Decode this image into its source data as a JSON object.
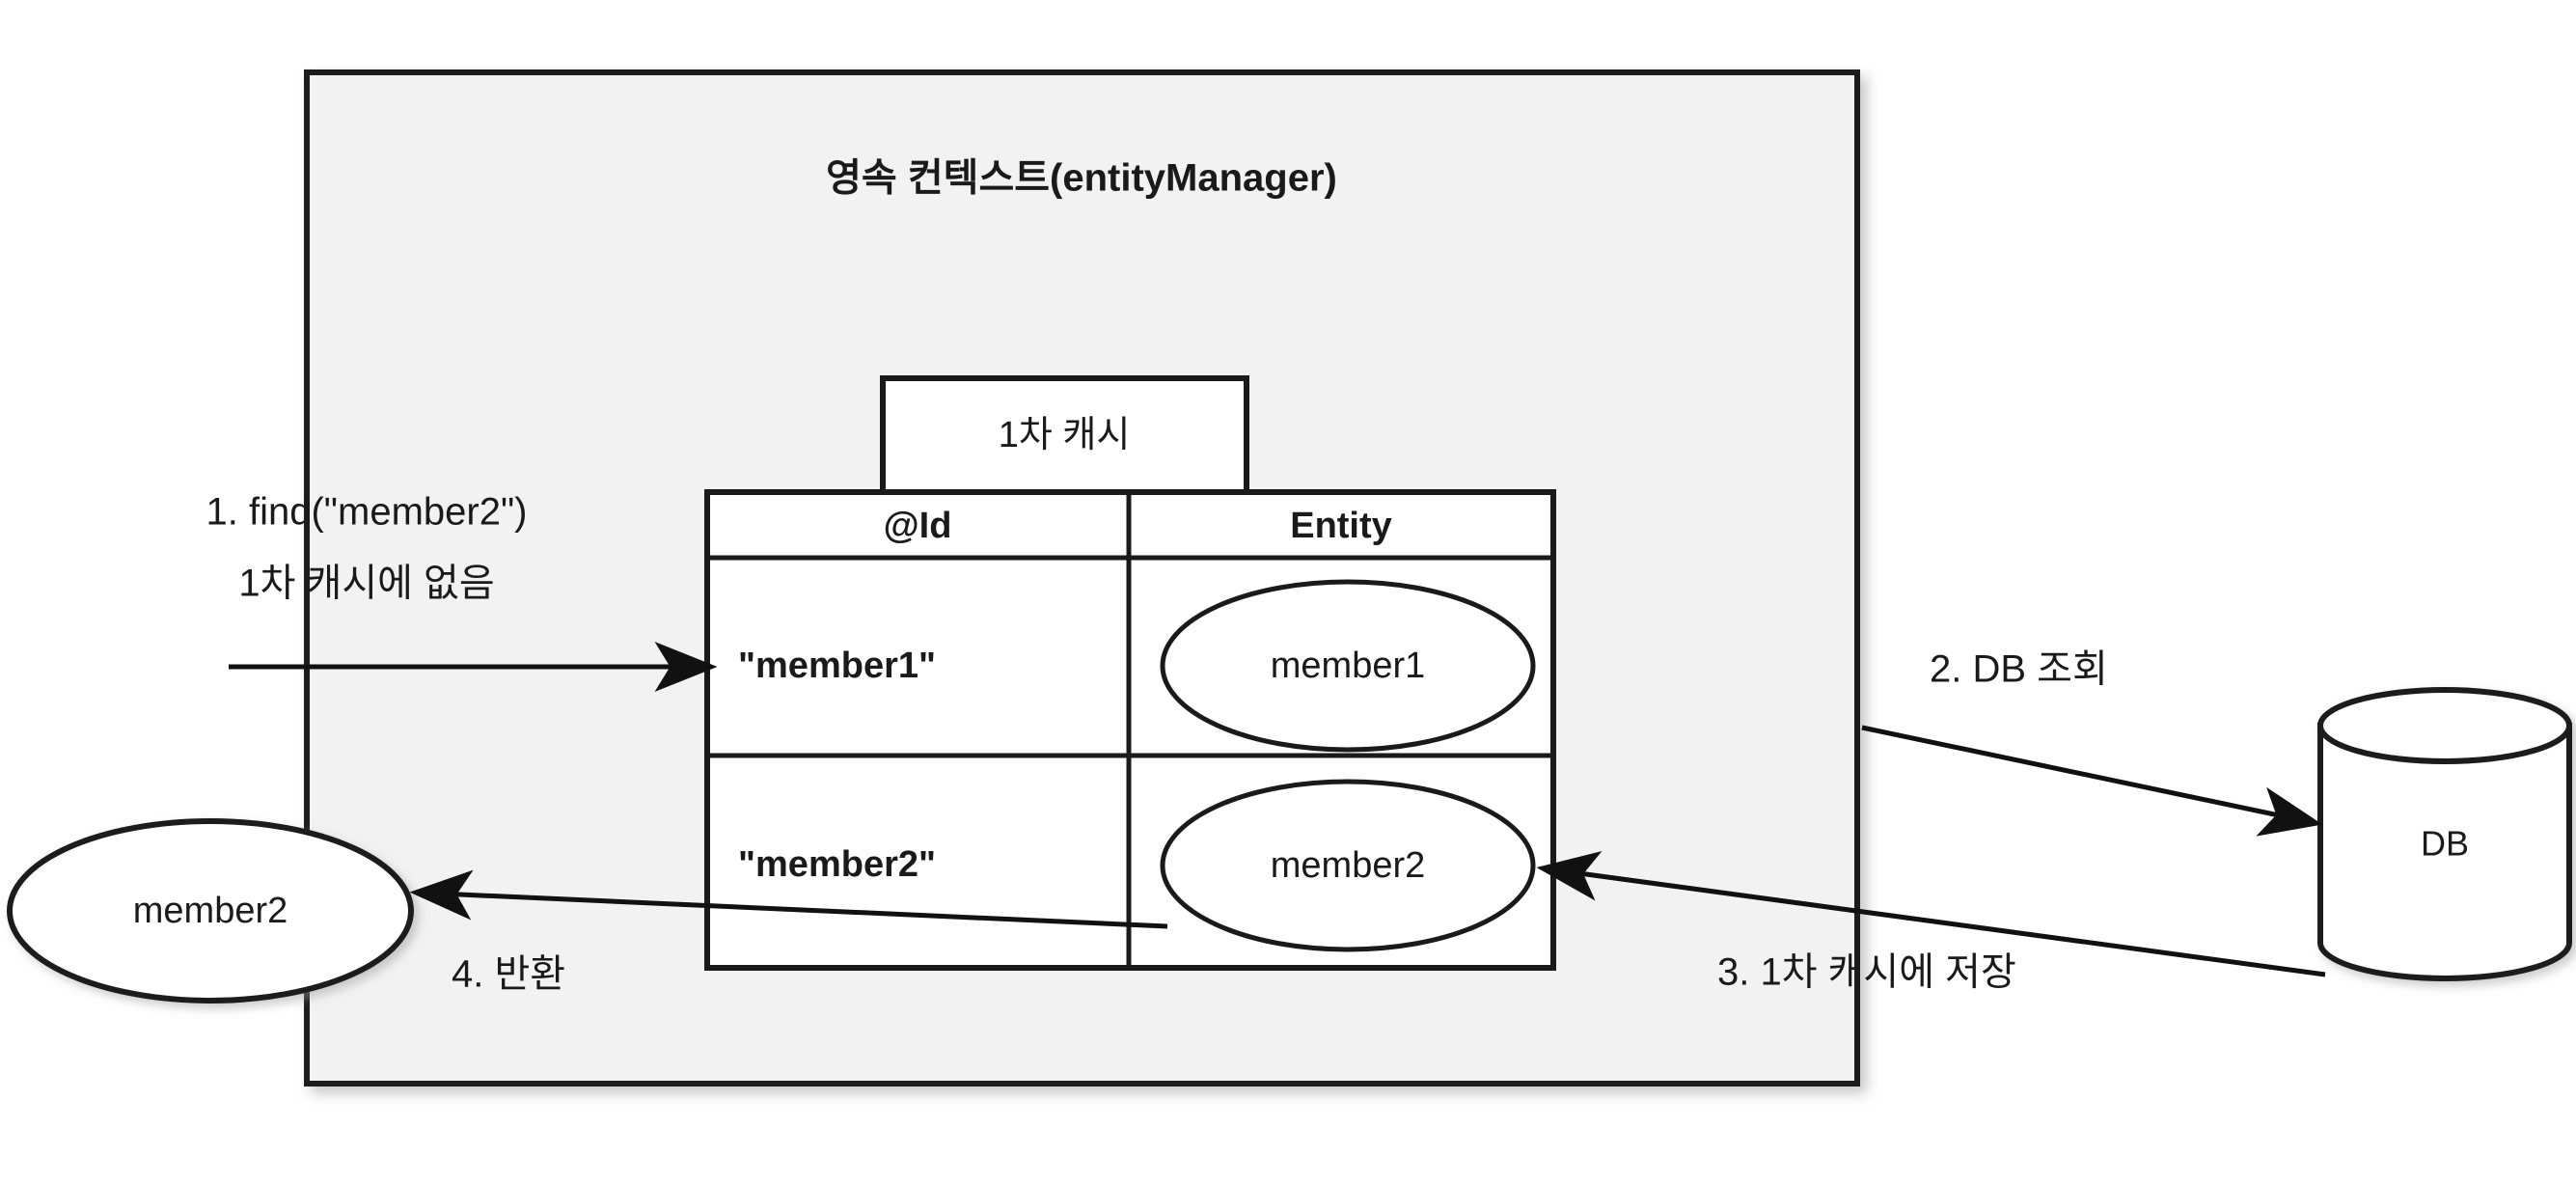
{
  "diagram": {
    "title": "영속 컨텍스트(entityManager)",
    "colors": {
      "context_fill": "#f2f2f2",
      "node_fill": "#ffffff",
      "stroke": "#1a1a1a"
    },
    "cache_box": {
      "label": "1차 캐시"
    },
    "cache_table": {
      "headers": [
        "@Id",
        "Entity"
      ],
      "rows": [
        {
          "key": "\"member1\"",
          "entity": "member1"
        },
        {
          "key": "\"member2\"",
          "entity": "member2"
        }
      ]
    },
    "database": {
      "label": "DB"
    },
    "returned_entity": {
      "label": "member2"
    },
    "steps": [
      {
        "number": "1",
        "line1": "1. find(\"member2\")",
        "line2": "1차 캐시에 없음"
      },
      {
        "number": "2",
        "label": "2. DB 조회"
      },
      {
        "number": "3",
        "label": "3. 1차 캐시에 저장"
      },
      {
        "number": "4",
        "label": "4. 반환"
      }
    ]
  }
}
